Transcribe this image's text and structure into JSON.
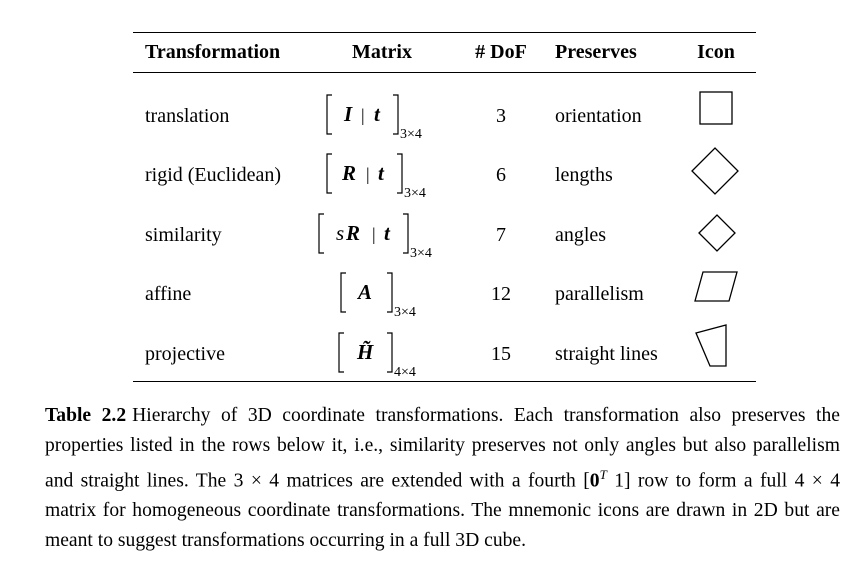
{
  "table": {
    "headers": {
      "transformation": "Transformation",
      "matrix": "Matrix",
      "dof": "# DoF",
      "preserves": "Preserves",
      "icon": "Icon"
    },
    "rows": [
      {
        "name": "translation",
        "matrix": {
          "open": "[",
          "sym1": "I",
          "bar": "|",
          "sym2": "t",
          "close": "]",
          "sub": "3×4"
        },
        "dof": "3",
        "preserves": "orientation",
        "icon": "square-icon"
      },
      {
        "name": "rigid (Euclidean)",
        "matrix": {
          "open": "[",
          "sym1": "R",
          "bar": "|",
          "sym2": "t",
          "close": "]",
          "sub": "3×4"
        },
        "dof": "6",
        "preserves": "lengths",
        "icon": "rotated-square-icon"
      },
      {
        "name": "similarity",
        "matrix": {
          "open": "[",
          "scalar": "s",
          "sym1": "R",
          "bar": "|",
          "sym2": "t",
          "close": "]",
          "sub": "3×4"
        },
        "dof": "7",
        "preserves": "angles",
        "icon": "small-rotated-square-icon"
      },
      {
        "name": "affine",
        "matrix": {
          "open": "[",
          "sym1": "A",
          "close": "]",
          "sub": "3×4"
        },
        "dof": "12",
        "preserves": "parallelism",
        "icon": "parallelogram-icon"
      },
      {
        "name": "projective",
        "matrix": {
          "open": "[",
          "sym1": "H̃",
          "close": "]",
          "sub": "4×4"
        },
        "dof": "15",
        "preserves": "straight lines",
        "icon": "trapezoid-icon"
      }
    ]
  },
  "caption": {
    "label": "Table 2.2",
    "text_part1": "Hierarchy of 3D coordinate transformations. Each transformation also preserves the properties listed in the rows below it, i.e., similarity preserves not only angles but also parallelism and straight lines. The 3 × 4 matrices are extended with a fourth ",
    "row_open": "[",
    "row_zero": "0",
    "row_sup": "T",
    "row_one": " 1",
    "row_close": "]",
    "text_part2": " row to form a full 4 × 4 matrix for homogeneous coordinate transformations. The mnemonic icons are drawn in 2D but are meant to suggest transformations occurring in a full 3D cube."
  }
}
